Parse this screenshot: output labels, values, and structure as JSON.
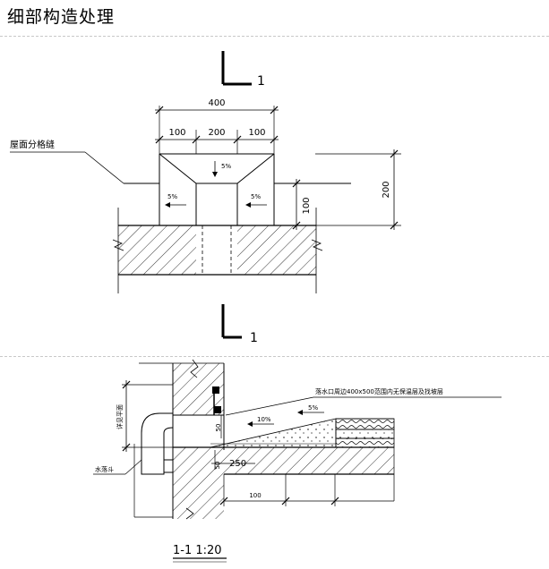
{
  "header": {
    "title": "细部构造处理"
  },
  "detail_top": {
    "section_mark": "1",
    "section_mark_bottom": "1",
    "callout_joint": "屋面分格缝",
    "dim_total": "400",
    "dim_parts": [
      "100",
      "200",
      "100"
    ],
    "slope_center": "5%",
    "slope_left": "5%",
    "slope_right": "5%",
    "dim_right": "200",
    "dim_inner": "100"
  },
  "detail_bottom": {
    "note_outlet": "落水口周边400x500范围内无保温层及找坡层",
    "slope_a": "10%",
    "slope_b": "5%",
    "dim_50": "50",
    "dim_250": "250",
    "dim_height": "详见平面",
    "dim_bottom": "100",
    "label_outlet": "水落斗",
    "section_title": "1-1 1:20"
  }
}
